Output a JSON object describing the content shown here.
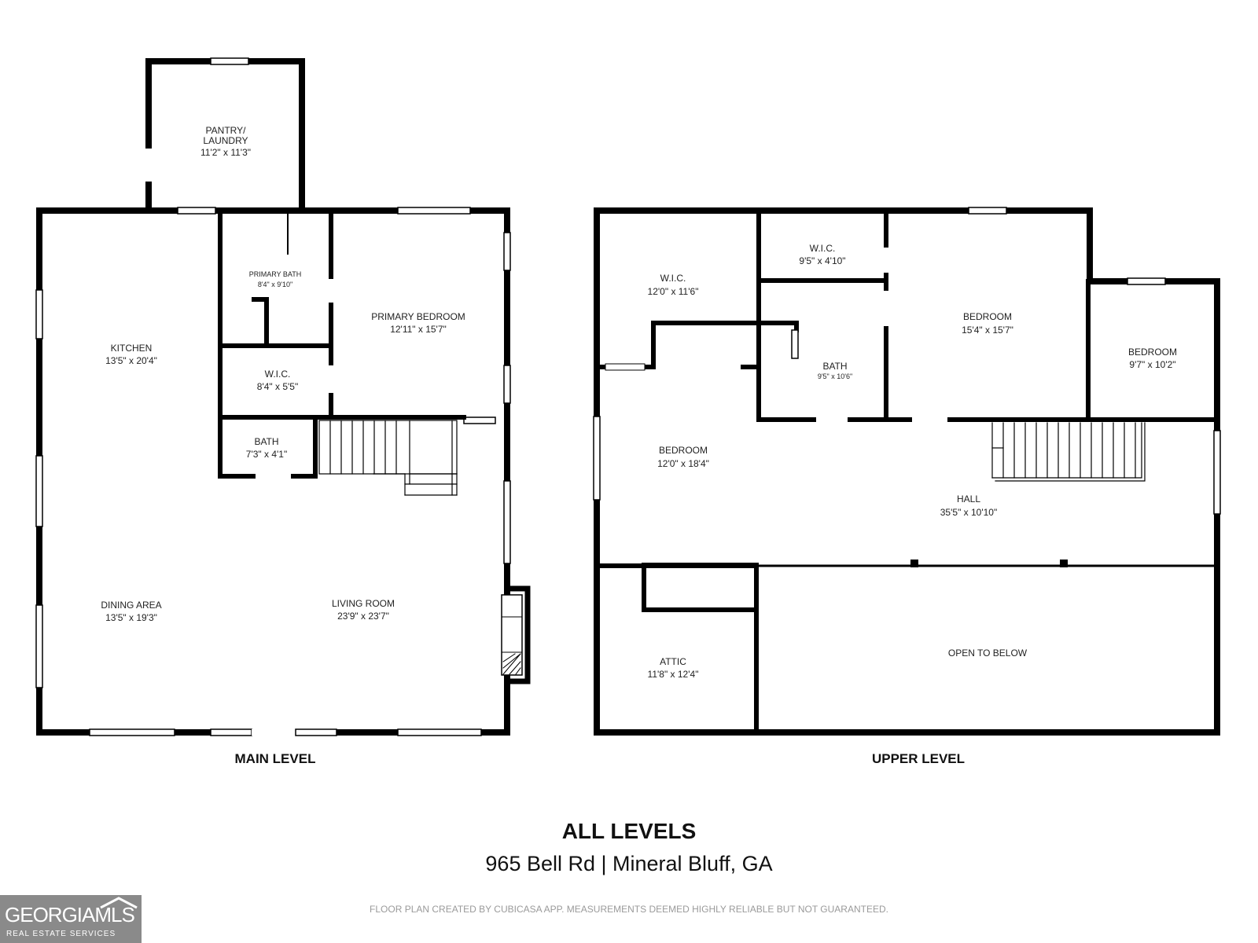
{
  "main_level": {
    "label": "MAIN LEVEL",
    "rooms": {
      "pantry_name": "PANTRY/",
      "pantry_name2": "LAUNDRY",
      "pantry_dim": "11'2\" x 11'3\"",
      "primary_bath_name": "PRIMARY BATH",
      "primary_bath_dim": "8'4\" x 9'10\"",
      "primary_bedroom_name": "PRIMARY BEDROOM",
      "primary_bedroom_dim": "12'11\" x 15'7\"",
      "kitchen_name": "KITCHEN",
      "kitchen_dim": "13'5\" x 20'4\"",
      "wic_name": "W.I.C.",
      "wic_dim": "8'4\" x 5'5\"",
      "bath_name": "BATH",
      "bath_dim": "7'3\" x 4'1\"",
      "dining_name": "DINING AREA",
      "dining_dim": "13'5\" x 19'3\"",
      "living_name": "LIVING ROOM",
      "living_dim": "23'9\" x 23'7\""
    }
  },
  "upper_level": {
    "label": "UPPER LEVEL",
    "rooms": {
      "wic1_name": "W.I.C.",
      "wic1_dim": "12'0\" x 11'6\"",
      "wic2_name": "W.I.C.",
      "wic2_dim": "9'5\" x 4'10\"",
      "bath_name": "BATH",
      "bath_dim": "9'5\" x 10'6\"",
      "bedroom1_name": "BEDROOM",
      "bedroom1_dim": "15'4\" x 15'7\"",
      "bedroom2_name": "BEDROOM",
      "bedroom2_dim": "9'7\" x 10'2\"",
      "bedroom3_name": "BEDROOM",
      "bedroom3_dim": "12'0\" x 18'4\"",
      "hall_name": "HALL",
      "hall_dim": "35'5\" x 10'10\"",
      "attic_name": "ATTIC",
      "attic_dim": "11'8\" x 12'4\"",
      "open_name": "OPEN TO BELOW"
    }
  },
  "footer": {
    "title": "ALL LEVELS",
    "address": "965 Bell Rd | Mineral Bluff, GA",
    "disclaimer": "FLOOR PLAN CREATED BY CUBICASA APP. MEASUREMENTS DEEMED HIGHLY RELIABLE BUT NOT GUARANTEED."
  },
  "logo": {
    "text": "GEORGIAMLS",
    "subtext": "REAL ESTATE SERVICES",
    "icon": "house-roof-icon"
  },
  "colors": {
    "wall": "#000000",
    "window": "#ffffff",
    "logo_bg": "#8a8a8a",
    "disclaimer": "#9a9a9a"
  }
}
